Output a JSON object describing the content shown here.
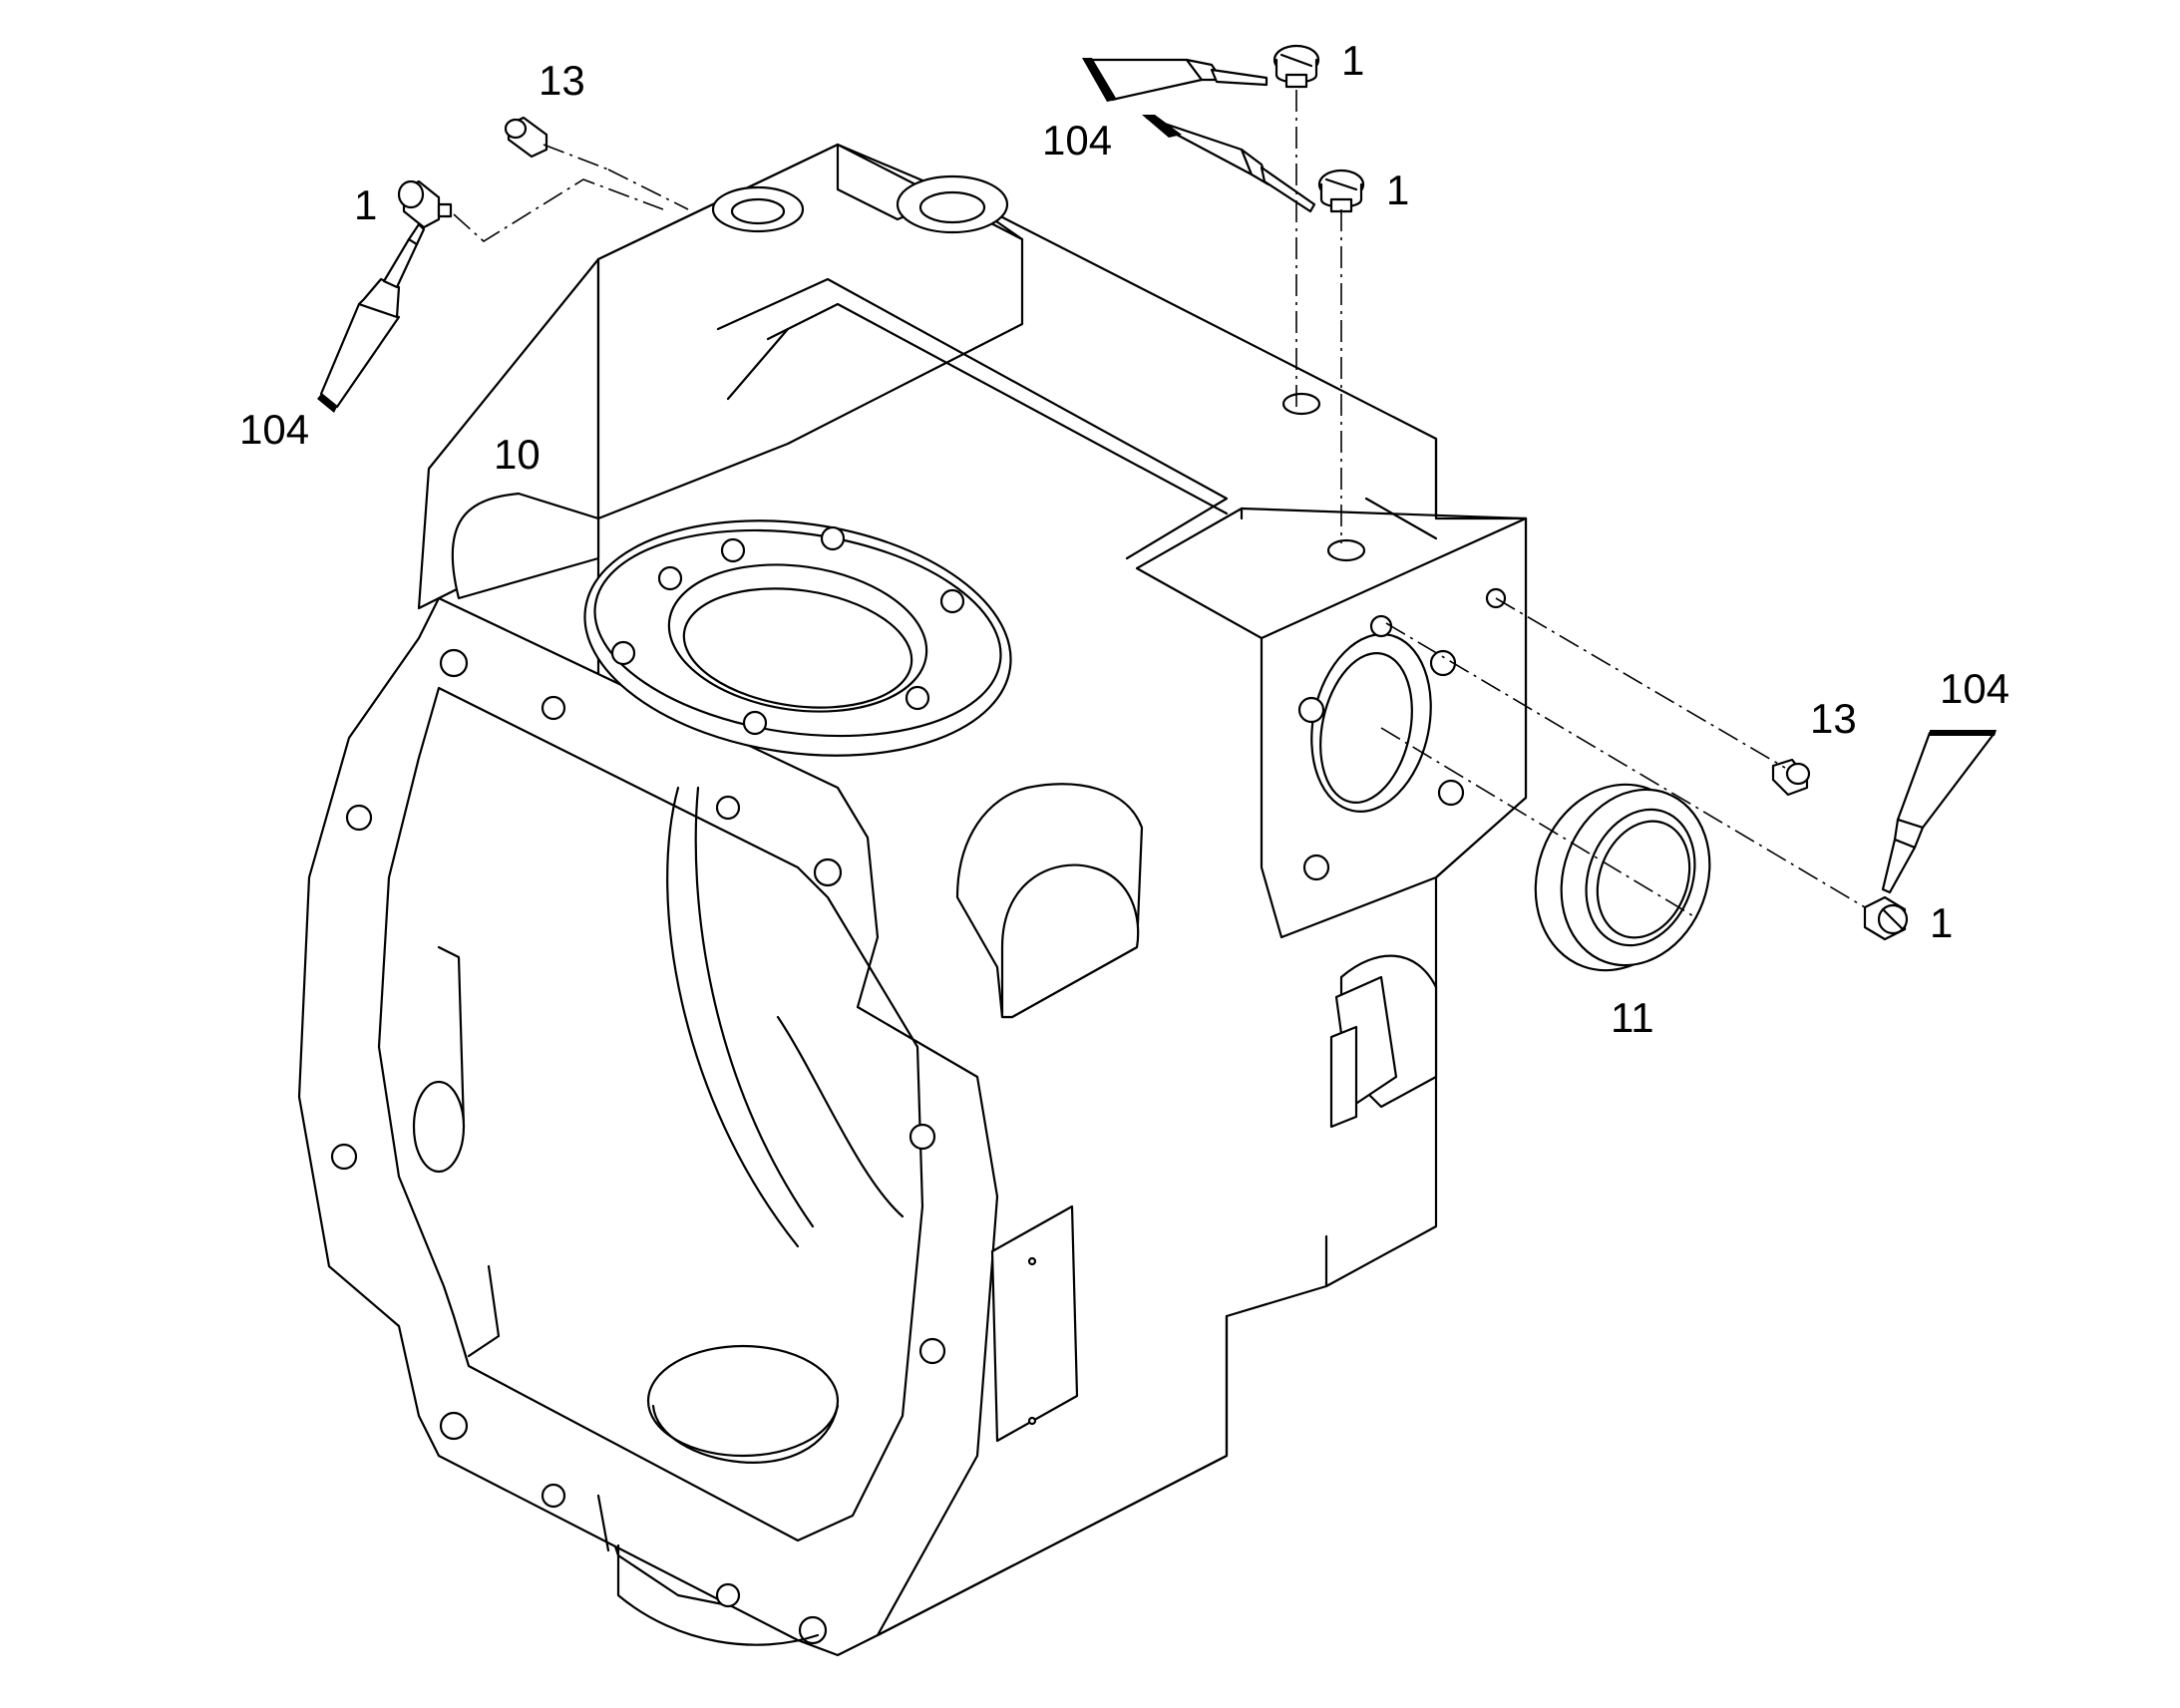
{
  "callouts": {
    "c1": "1",
    "c2": "1",
    "c3": "1",
    "c4": "1",
    "c10": "10",
    "c11": "11",
    "c13a": "13",
    "c13b": "13",
    "c104a": "104",
    "c104b": "104",
    "c104c": "104"
  }
}
